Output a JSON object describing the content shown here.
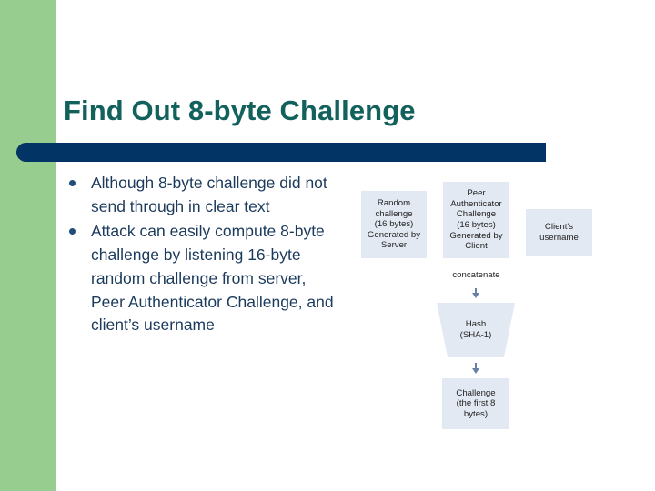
{
  "slide": {
    "title": "Find Out 8-byte Challenge",
    "colors": {
      "accent_green": "#98cd90",
      "title_teal": "#12615c",
      "rule_navy": "#023465",
      "body_text": "#1b3a5c",
      "diagram_box_fill": "#e3e9f2",
      "diagram_arrow": "#6680a6"
    },
    "bullets": [
      "Although 8-byte challenge did not send through in clear text",
      "Attack can easily compute 8-byte challenge by listening 16-byte random challenge from server, Peer Authenticator Challenge, and client’s username"
    ]
  },
  "diagram": {
    "inputs": [
      {
        "id": "random-challenge",
        "text": "Random\nchallenge\n(16 bytes)\nGenerated by\nServer"
      },
      {
        "id": "peer-authenticator-challenge",
        "text": "Peer\nAuthenticator\nChallenge\n(16 bytes)\nGenerated by\nClient"
      },
      {
        "id": "client-username",
        "text": "Client's\nusername"
      }
    ],
    "operation_label": "concatenate",
    "hash": {
      "id": "hash-sha1",
      "text": "Hash\n(SHA-1)"
    },
    "output": {
      "id": "final-challenge",
      "text": "Challenge\n(the first 8\nbytes)"
    }
  }
}
